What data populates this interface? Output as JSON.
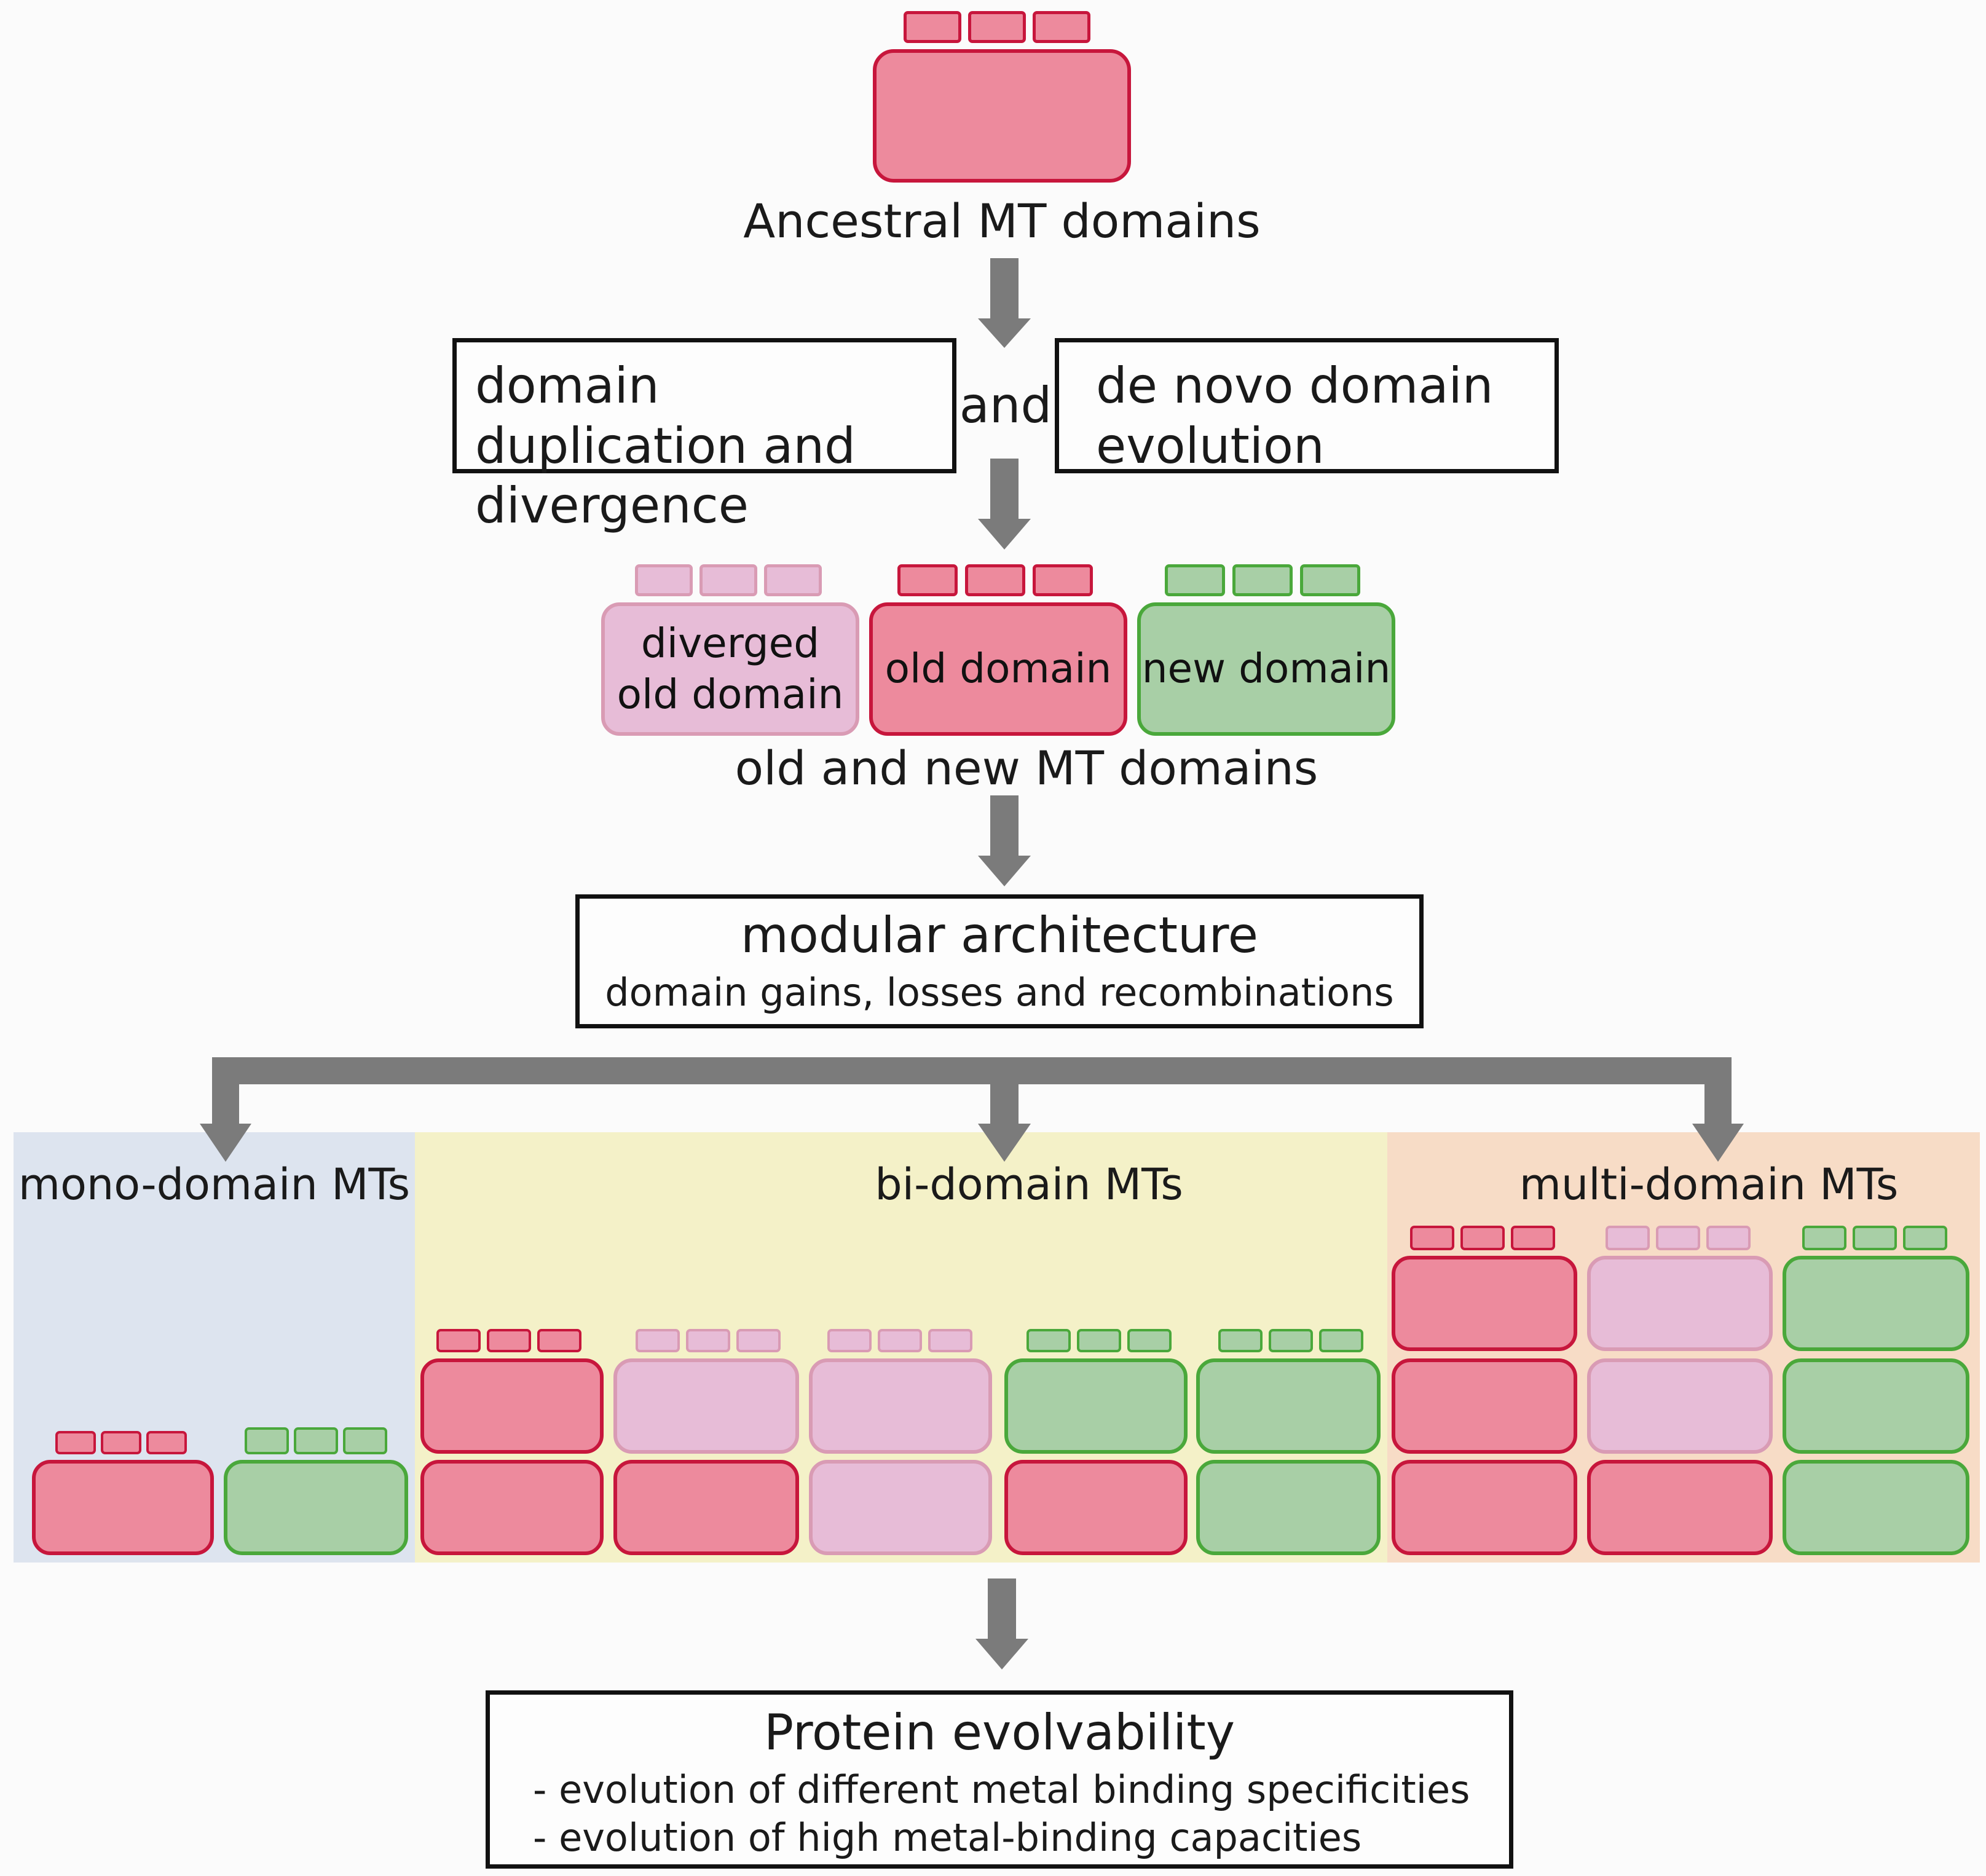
{
  "ancestral_label": "Ancestral MT domains",
  "mechanisms": {
    "left": "domain duplication and divergence",
    "connector": "and",
    "right": "de novo domain evolution"
  },
  "domains_row": {
    "diverged": "diverged old domain",
    "old": "old domain",
    "new": "new domain",
    "caption": "old and new MT domains"
  },
  "modular_box": {
    "title": "modular architecture",
    "subtitle": "domain gains, losses and recombinations"
  },
  "categories": {
    "mono": "mono-domain MTs",
    "bi": "bi-domain MTs",
    "multi": "multi-domain MTs"
  },
  "evolvability_box": {
    "title": "Protein evolvability",
    "point1": "- evolution of different metal binding specificities",
    "point2": "- evolution of high metal-binding capacities"
  },
  "colors": {
    "old_domain": "#ed8a9d",
    "diverged_domain": "#e7bcd7",
    "new_domain": "#a8cfa6",
    "mono_panel": "#dde4ef",
    "bi_panel": "#f4f1c8",
    "multi_panel": "#f7dcc6",
    "arrow": "#7b7b7b"
  }
}
